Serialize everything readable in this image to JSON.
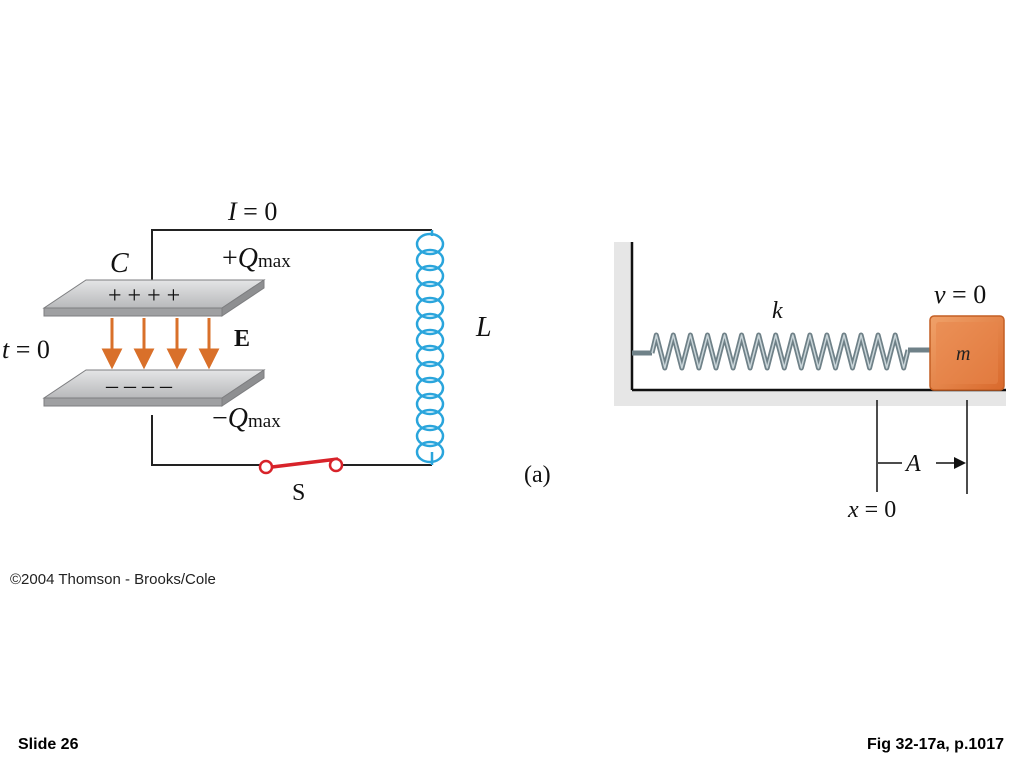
{
  "slide": {
    "number_label": "Slide 26",
    "figure_ref": "Fig 32-17a, p.1017"
  },
  "copyright": "©2004 Thomson - Brooks/Cole",
  "lc_circuit": {
    "current": {
      "var": "I",
      "rest": " = 0"
    },
    "capacitor": "C",
    "plus_q": {
      "sign": "+",
      "q": "Q",
      "sub": "max"
    },
    "minus_q": {
      "sign": "−",
      "q": "Q",
      "sub": "max"
    },
    "plus_signs": "+ + + +",
    "minus_signs": "– – – –",
    "field": "E",
    "time": {
      "var": "t",
      "rest": " = 0"
    },
    "inductor": "L",
    "switch": "S",
    "panel_label": "(a)"
  },
  "spring_mass": {
    "spring_constant": "k",
    "velocity": {
      "var": "v",
      "rest": " = 0"
    },
    "mass": "m",
    "amplitude": "A",
    "position": {
      "var": "x",
      "rest": " = 0"
    }
  },
  "colors": {
    "wire": "#222222",
    "plate": "#c9cacb",
    "field_arrow": "#d9702a",
    "coil": "#2aa5dc",
    "switch": "#d8232a",
    "spring": "#8a9aa0",
    "block": "#e07a3a"
  }
}
